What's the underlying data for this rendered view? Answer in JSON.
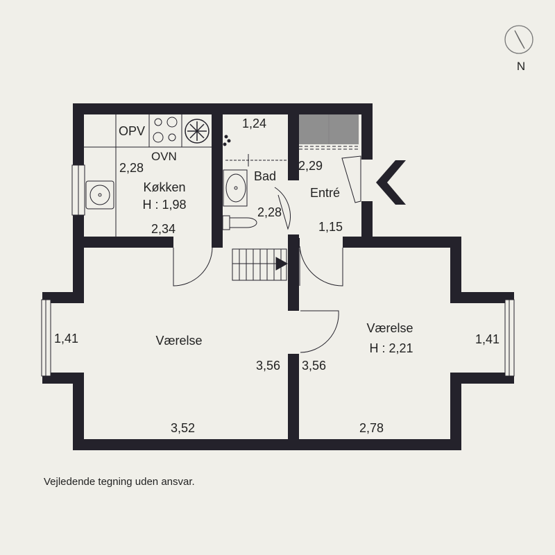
{
  "compass": {
    "label": "N"
  },
  "rooms": {
    "kitchen": {
      "name": "Køkken",
      "height": "H : 1,98",
      "top_label_1": "OPV",
      "top_label_2": "OVN",
      "dim_side": "2,28",
      "dim_bottom": "2,34"
    },
    "bath": {
      "name": "Bad",
      "dim_top": "1,24",
      "dim_side": "2,28"
    },
    "entry": {
      "name": "Entré",
      "dim_side": "2,29",
      "dim_bottom": "1,15"
    },
    "room_left": {
      "name": "Værelse",
      "dim_window": "1,41",
      "dim_side": "3,56",
      "dim_bottom": "3,52"
    },
    "room_right": {
      "name": "Værelse",
      "height": "H : 2,21",
      "dim_window": "1,41",
      "dim_side": "3,56",
      "dim_bottom": "2,78"
    }
  },
  "disclaimer": "Vejledende tegning uden ansvar.",
  "colors": {
    "wall": "#24222b",
    "background": "#f0efe9",
    "cabinet": "#8f8f8f"
  }
}
